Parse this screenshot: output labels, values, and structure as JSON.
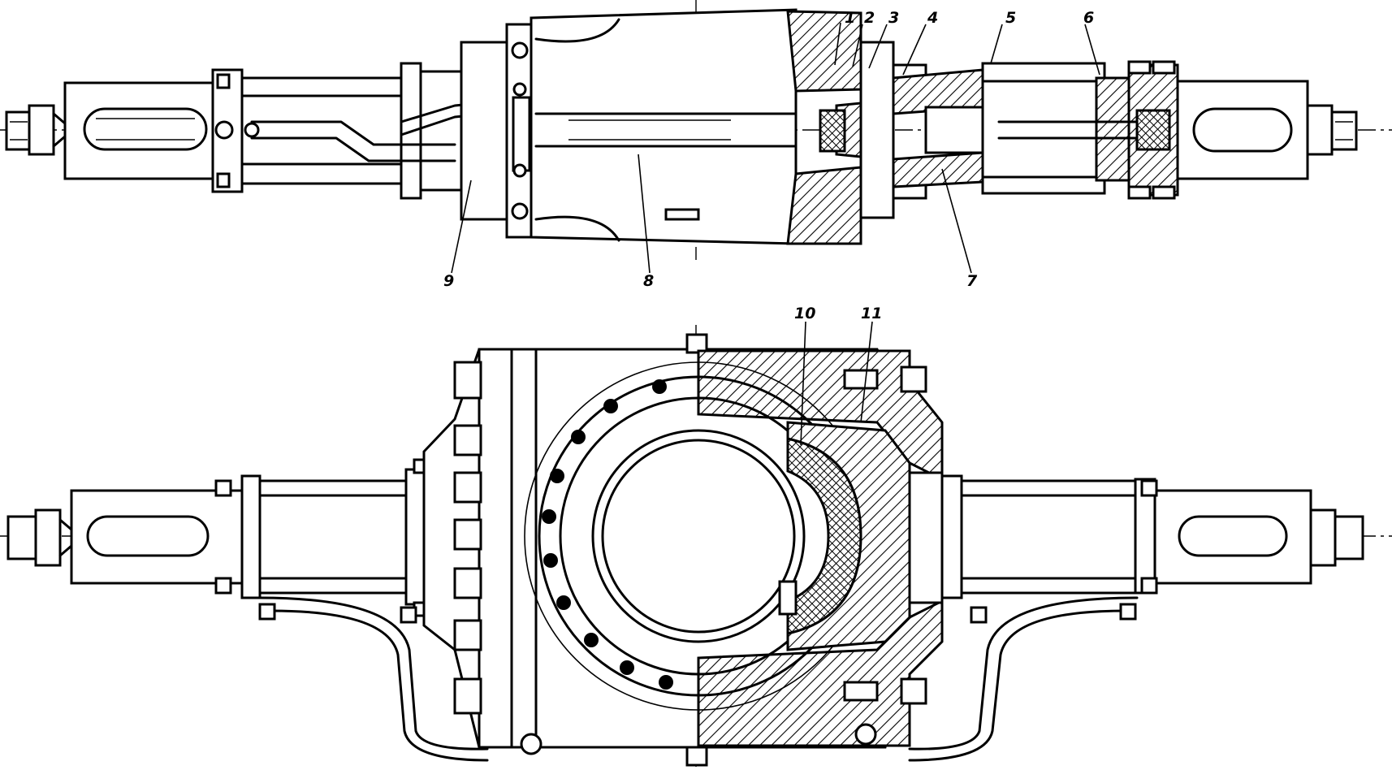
{
  "figure": {
    "top_view": {
      "callouts": [
        "1",
        "2",
        "3",
        "4",
        "5",
        "6",
        "7",
        "8",
        "9"
      ]
    },
    "front_view": {
      "callouts": [
        "10",
        "11"
      ]
    }
  },
  "colors": {
    "ink": "#000000",
    "paper": "#ffffff"
  }
}
